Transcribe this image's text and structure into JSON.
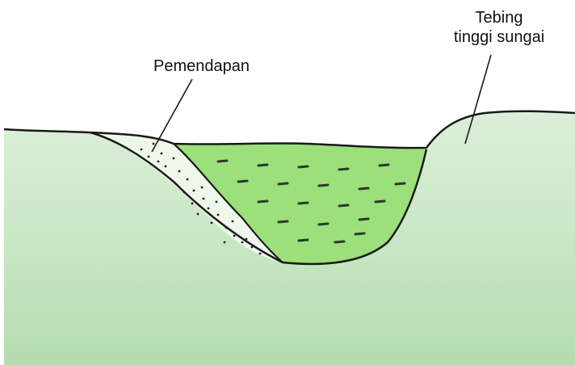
{
  "labels": {
    "deposition": "Pemendapan",
    "bank_line1": "Tebing",
    "bank_line2": "tinggi sungai"
  },
  "colors": {
    "background": "#ffffff",
    "ground_light": "#dcefd9",
    "ground_mid": "#c7e6c3",
    "ground_deep": "#b4dcae",
    "water": "#9be07a",
    "water_dash": "#2b3a2b",
    "deposit_fill": "#eef7ea",
    "deposit_dot": "#222222",
    "outline": "#1a1a1a"
  }
}
